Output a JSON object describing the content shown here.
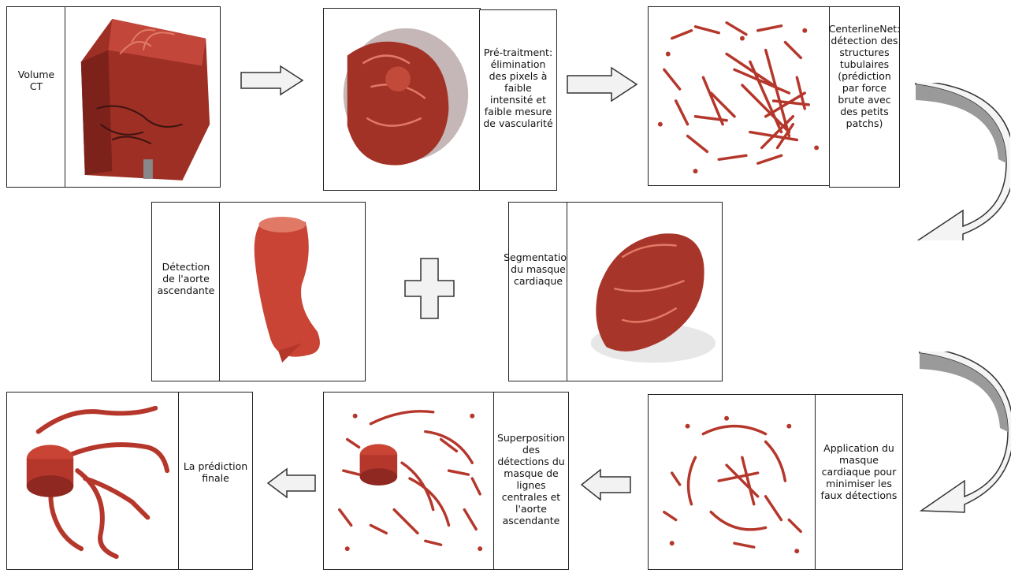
{
  "steps": {
    "volume_ct": "Volume CT",
    "pretreatment": "Pré-traitment: élimination des pixels à faible intensité et faible mesure de vascularité",
    "centerlinenet": "CenterlineNet: détection des structures tubulaires (prédiction par force brute avec des petits patchs)",
    "aorta_detection": "Détection de l'aorte ascendante",
    "heart_mask": "Segmentation du masque cardiaque",
    "apply_mask": "Application du masque cardiaque pour minimiser les faux détections",
    "superposition": "Superposition des détections du masque de lignes centrales et l'aorte ascendante",
    "final": "La prédiction finale"
  },
  "colors": {
    "vessel": "#b5372b",
    "vessel_light": "#e06a55",
    "arrow_fill": "#f2f2f2",
    "curved_arrow": "#9a9a9a"
  }
}
